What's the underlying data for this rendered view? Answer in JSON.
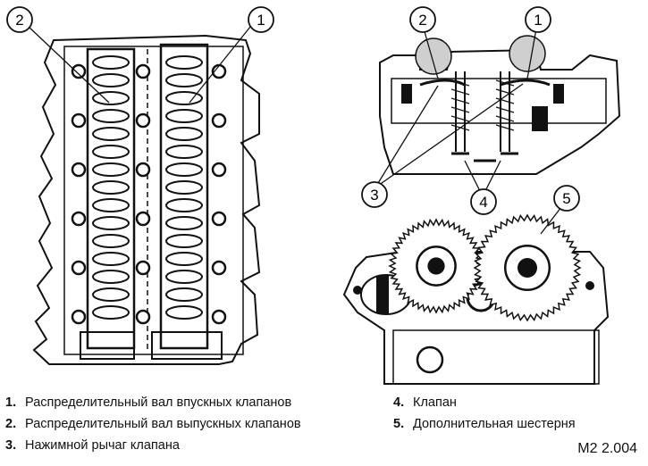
{
  "callouts": {
    "left_1": "1",
    "left_2": "2",
    "right_1": "1",
    "right_2": "2",
    "right_3": "3",
    "right_4": "4",
    "right_5": "5"
  },
  "legend": [
    {
      "num": "1.",
      "text": "Распределительный вал впускных клапанов"
    },
    {
      "num": "2.",
      "text": "Распределительный вал выпускных клапанов"
    },
    {
      "num": "3.",
      "text": "Нажимной рычаг клапана"
    },
    {
      "num": "4.",
      "text": "Клапан"
    },
    {
      "num": "5.",
      "text": "Дополнительная шестерня"
    }
  ],
  "figure_ref": "M2 2.004"
}
